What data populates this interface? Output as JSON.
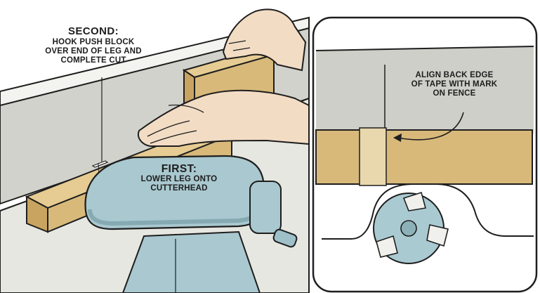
{
  "colors": {
    "wood": "#d8b97a",
    "wood_dark": "#b8955a",
    "fence": "#cfcfc9",
    "table": "#e7e7e2",
    "guard": "#a9c8cf",
    "guard_dark": "#86aab2",
    "skin": "#f2dcc4",
    "outline": "#1e1e1e"
  },
  "callouts": {
    "second": {
      "heading": "SECOND:",
      "lines": [
        "HOOK PUSH BLOCK",
        "OVER END OF LEG AND",
        "COMPLETE CUT"
      ]
    },
    "first": {
      "heading": "FIRST:",
      "lines": [
        "LOWER LEG ONTO",
        "CUTTERHEAD"
      ]
    },
    "detail": {
      "lines": [
        "ALIGN BACK EDGE",
        "OF TAPE WITH MARK",
        "ON FENCE"
      ]
    }
  }
}
